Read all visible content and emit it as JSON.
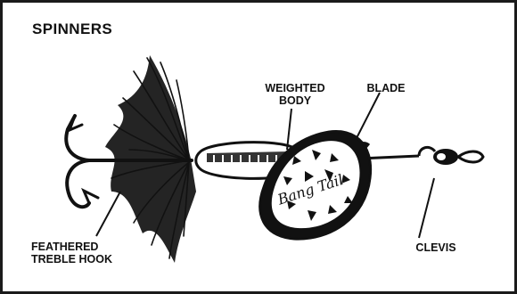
{
  "title": "SPINNERS",
  "labels": {
    "weighted_body": [
      "WEIGHTED",
      "BODY"
    ],
    "blade": "BLADE",
    "clevis": "CLEVIS",
    "feathered_treble_hook": [
      "FEATHERED",
      "TREBLE HOOK"
    ]
  },
  "blade_text": "Bang Tail",
  "colors": {
    "ink": "#111111",
    "border": "#1a1a1a",
    "background": "#ffffff"
  }
}
